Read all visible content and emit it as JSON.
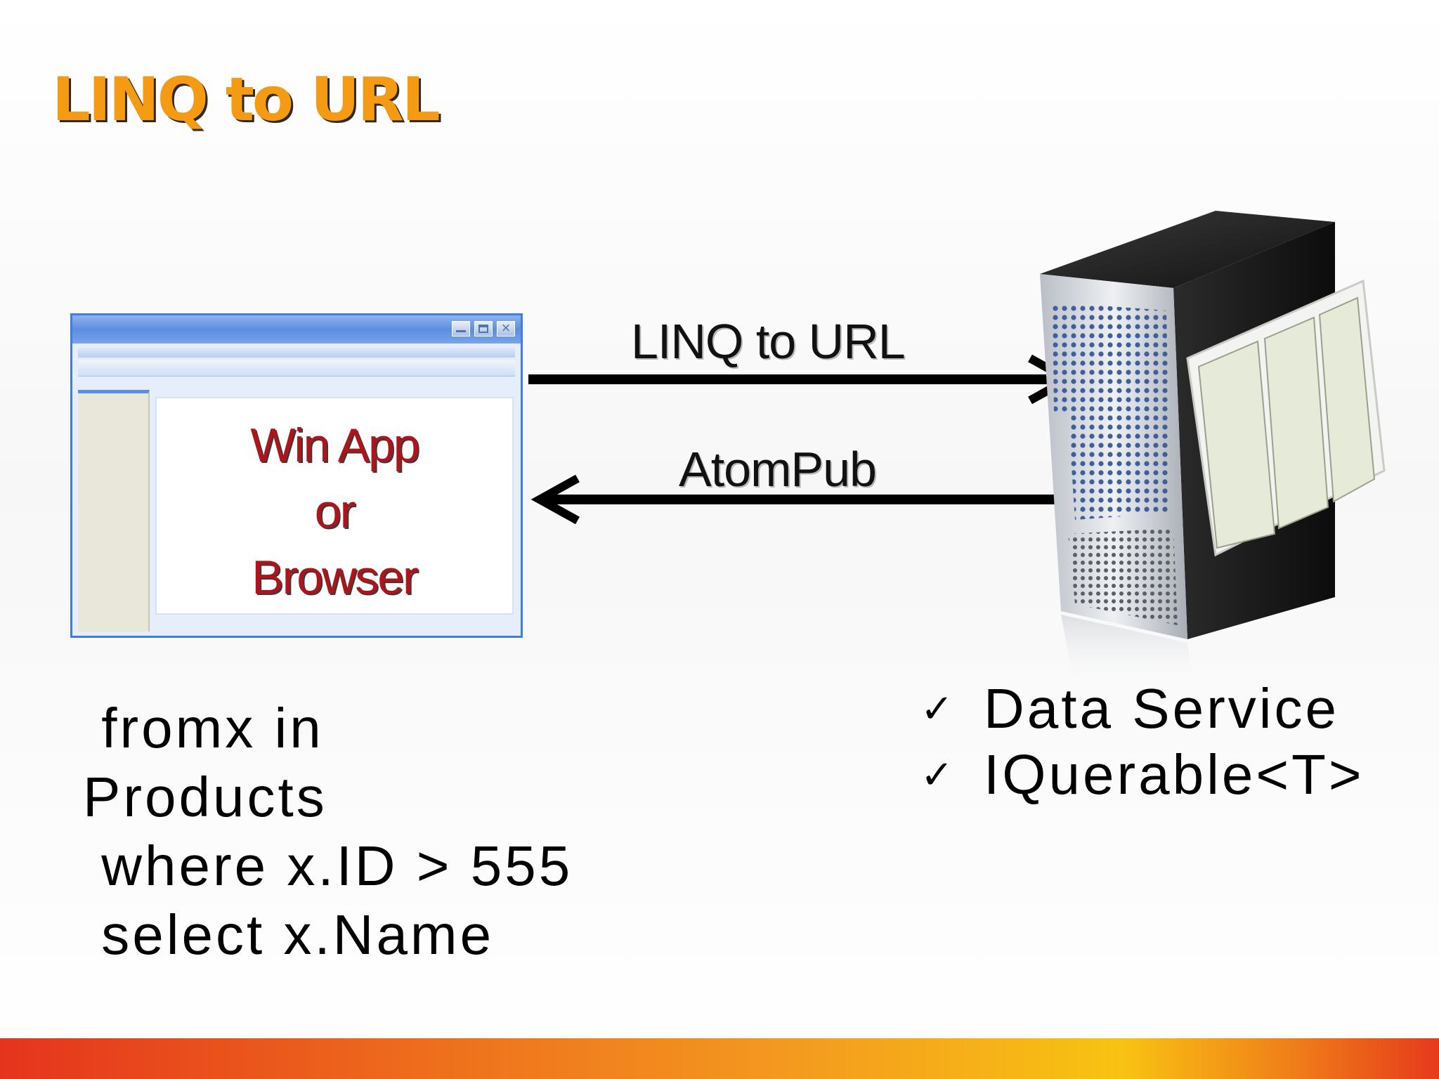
{
  "slide": {
    "title": "LINQ to URL"
  },
  "app_window": {
    "label_lines": [
      "Win App",
      "or",
      "Browser"
    ]
  },
  "arrows": {
    "request_label": "LINQ to URL",
    "response_label": "AtomPub"
  },
  "code": {
    "lines": [
      " fromx in",
      "Products",
      " where x.ID > 555",
      " select x.Name"
    ]
  },
  "features": {
    "items": [
      "Data Service",
      "IQuerable<T>"
    ],
    "icon": "check-icon"
  },
  "colors": {
    "title": "#f59a13",
    "app_label": "#b0141a",
    "window_border": "#3f7ee0"
  }
}
